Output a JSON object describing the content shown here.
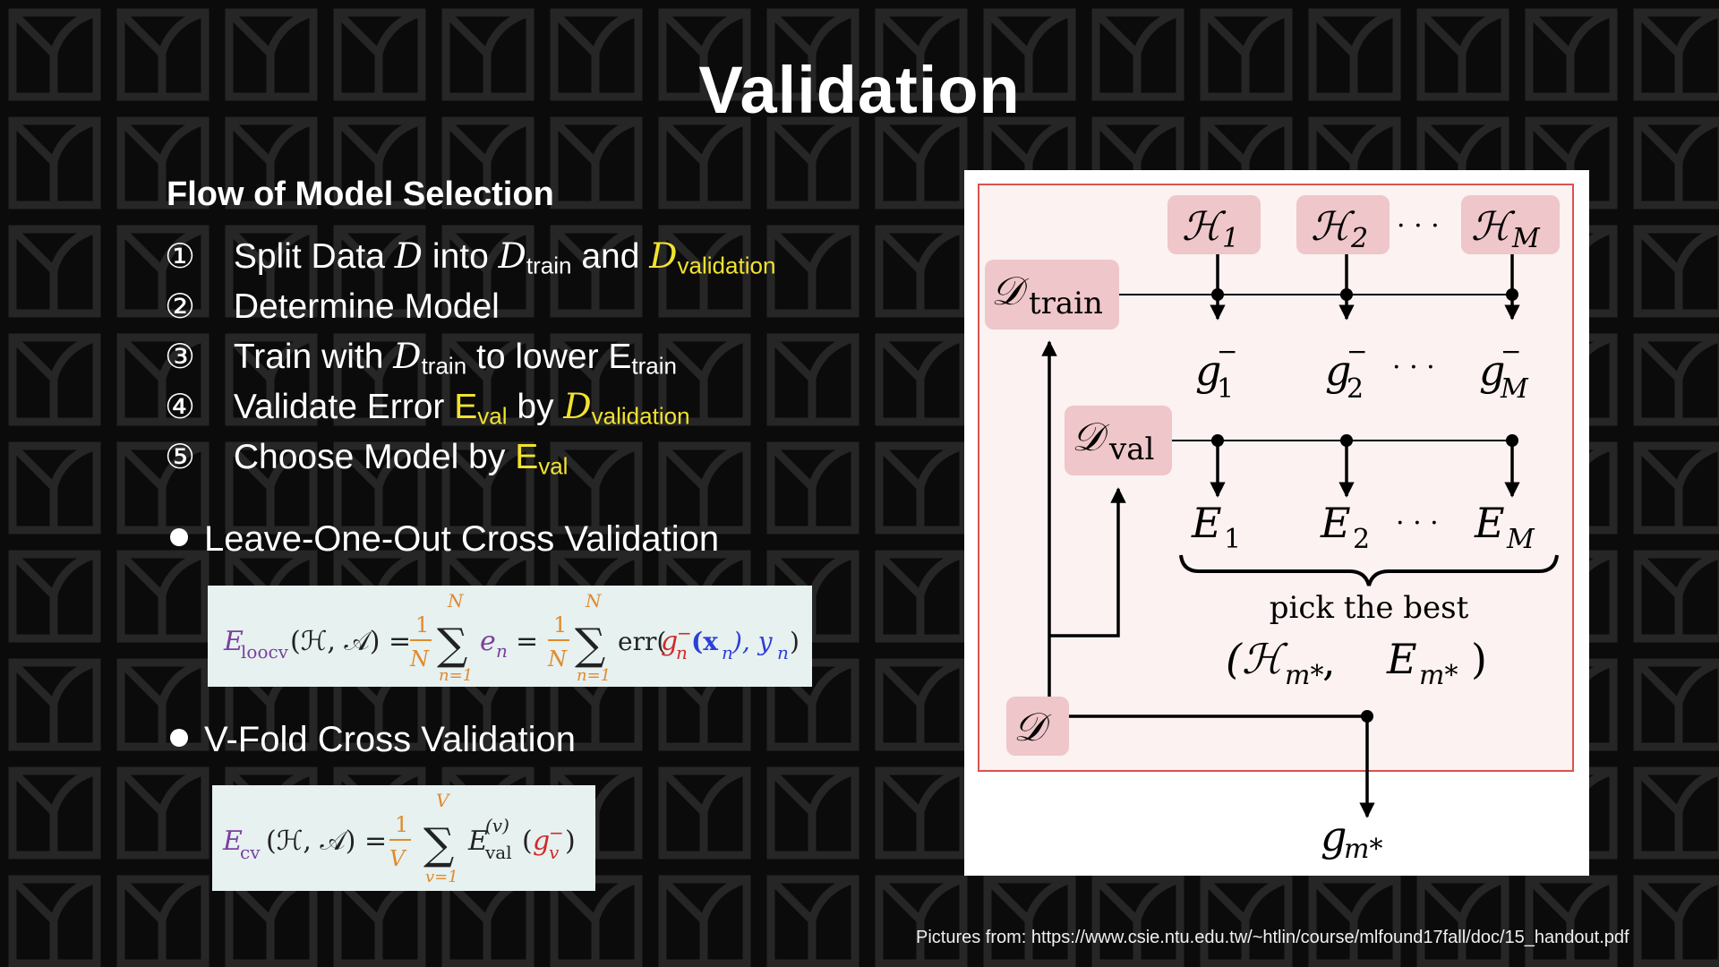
{
  "slide": {
    "title": "Validation",
    "subtitle": "Flow of Model Selection",
    "steps": [
      {
        "num": "①",
        "text": "Split Data",
        "d": "D",
        "mid": "into",
        "d2": "D",
        "sub2": "train",
        "and": "and",
        "d3": "D",
        "sub3": "validation"
      },
      {
        "num": "②",
        "text": "Determine Model"
      },
      {
        "num": "③",
        "text": "Train with",
        "d": "D",
        "sub": "train",
        "mid": "to lower",
        "e": "E",
        "esub": "train"
      },
      {
        "num": "④",
        "text": "Validate Error",
        "e": "E",
        "esub": "val",
        "mid": "by",
        "d": "D",
        "sub": "validation"
      },
      {
        "num": "⑤",
        "text": "Choose Model by",
        "e": "E",
        "esub": "val"
      }
    ],
    "bullets": [
      {
        "label": "Leave-One-Out Cross Validation"
      },
      {
        "label": "V-Fold Cross Validation"
      }
    ],
    "formula_loocv": {
      "lhs": "E",
      "lhs_sub": "loocv",
      "args": "(ℋ, 𝒜) =",
      "frac_num": "1",
      "frac_den": "N",
      "sum_top": "N",
      "sum_bot": "n=1",
      "term1": "e",
      "term1_sub": "n",
      "eq": "=",
      "err": "err(",
      "g": "g",
      "g_sub": "n",
      "g_sup": "−",
      "x": "(x",
      "x_sub": "n",
      "y": "), y",
      "y_sub": "n",
      "close": ")"
    },
    "formula_cv": {
      "lhs": "E",
      "lhs_sub": "cv",
      "args": "(ℋ, 𝒜) =",
      "frac_num": "1",
      "frac_den": "V",
      "sum_top": "V",
      "sum_bot": "v=1",
      "e": "E",
      "e_sup": "(v)",
      "e_sub": "val",
      "g": "g",
      "g_sub": "v",
      "g_sup": "−"
    },
    "credit": "Pictures from: https://www.csie.ntu.edu.tw/~htlin/course/mlfound17fall/doc/15_handout.pdf"
  },
  "diagram": {
    "h_labels": [
      {
        "base": "ℋ",
        "sub": "1"
      },
      {
        "base": "ℋ",
        "sub": "2"
      },
      {
        "base": "ℋ",
        "sub": "M"
      }
    ],
    "dots": "· · ·",
    "d_train": {
      "base": "𝒟",
      "sub": "train"
    },
    "d_val": {
      "base": "𝒟",
      "sub": "val"
    },
    "d": "𝒟",
    "g_labels": [
      {
        "base": "g",
        "sub": "1",
        "sup": "−"
      },
      {
        "base": "g",
        "sub": "2",
        "sup": "−"
      },
      {
        "base": "g",
        "sub": "M",
        "sup": "−"
      }
    ],
    "e_labels": [
      {
        "base": "E",
        "sub": "1"
      },
      {
        "base": "E",
        "sub": "2"
      },
      {
        "base": "E",
        "sub": "M"
      }
    ],
    "pick": "pick the best",
    "pick_pair": "(ℋ",
    "pick_pair_sub": "m*",
    "pick_comma": ",",
    "pick_e": "E",
    "pick_e_sub": "m*",
    "pick_close": ")",
    "final": {
      "base": "g",
      "sub": "m*"
    }
  },
  "colors": {
    "accent_yellow": "#f2e230",
    "formula_bg": "#e6f1f0",
    "node_pink": "#efc6c9",
    "frame_red": "#d9534f",
    "math_orange": "#e08a2e",
    "math_purple": "#7b3f9e",
    "math_blue": "#2c3fd6",
    "math_red": "#d12a2a"
  }
}
